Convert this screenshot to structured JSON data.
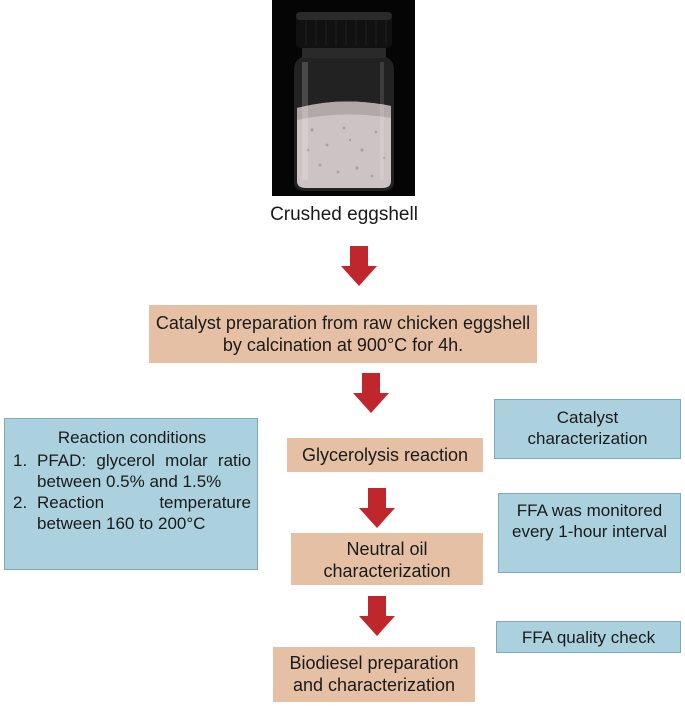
{
  "image": {
    "caption": "Crushed eggshell"
  },
  "steps": {
    "catalyst_prep": "Catalyst preparation from raw chicken eggshell by calcination at 900°C for 4h.",
    "glycerolysis": "Glycerolysis reaction",
    "neutral_oil": "Neutral oil characterization",
    "biodiesel": "Biodiesel preparation and characterization"
  },
  "side_notes": {
    "catalyst_char": "Catalyst characterization",
    "ffa_monitor": "FFA was monitored every 1-hour interval",
    "ffa_quality": "FFA quality check"
  },
  "conditions": {
    "title": "Reaction conditions",
    "items": [
      {
        "num": "1.",
        "text": "PFAD: glycerol molar ratio between 0.5% and 1.5%"
      },
      {
        "num": "2.",
        "text": "Reaction temperature between 160 to 200°C"
      }
    ]
  },
  "colors": {
    "process_box": "#e5c0a4",
    "note_box": "#abd1df",
    "arrow": "#c0272d"
  }
}
